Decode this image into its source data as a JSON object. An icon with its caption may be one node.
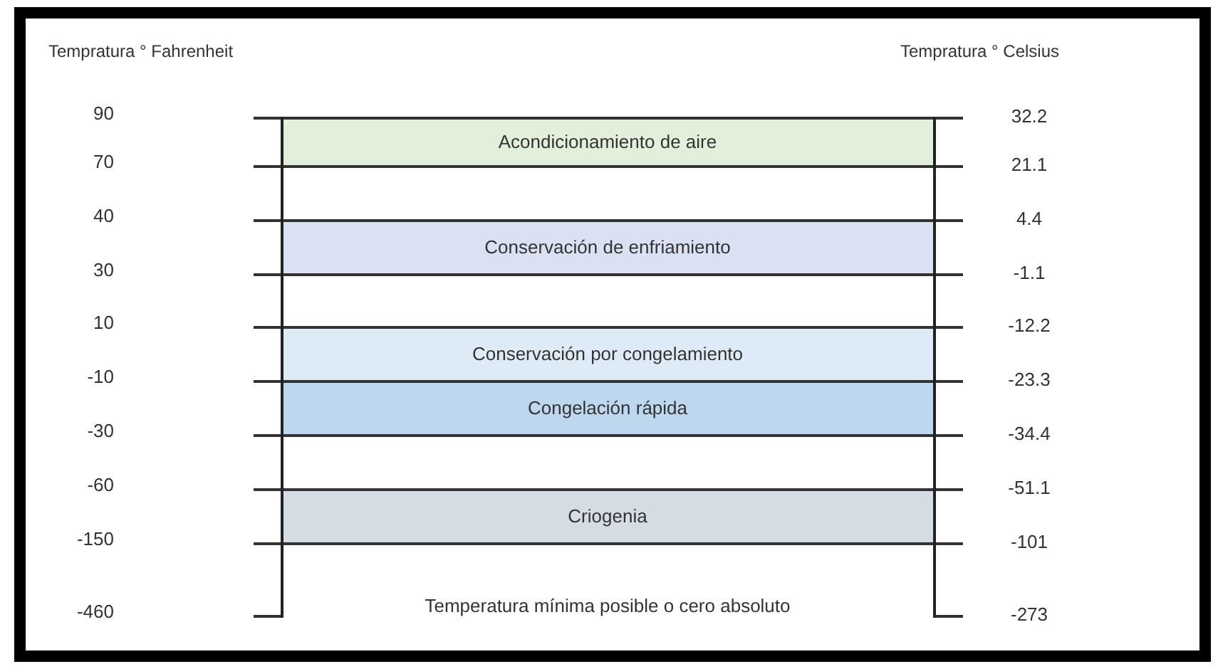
{
  "diagram": {
    "nodes": [
      {
        "text": [
          "Acondicionamiento de aire"
        ]
      },
      {
        "text": [
          "Conservación de enfriamiento"
        ]
      },
      {
        "text": [
          "Conservación por congelamiento"
        ]
      },
      {
        "text": [
          "Congelación rápida"
        ]
      },
      {
        "text": [
          "Criogenia"
        ]
      }
    ],
    "labels": [
      "Tempratura ° Fahrenheit",
      "Tempratura ° Celsius",
      "90",
      "32.2",
      "70",
      "21.1",
      "40",
      "4.4",
      "30",
      "-1.1",
      "10",
      "-12.2",
      "-10",
      "-23.3",
      "-30",
      "-34.4",
      "-60",
      "-51.1",
      "-150",
      "-101",
      "-460",
      "Temperatura mínima posible o cero absoluto",
      "-273"
    ]
  }
}
